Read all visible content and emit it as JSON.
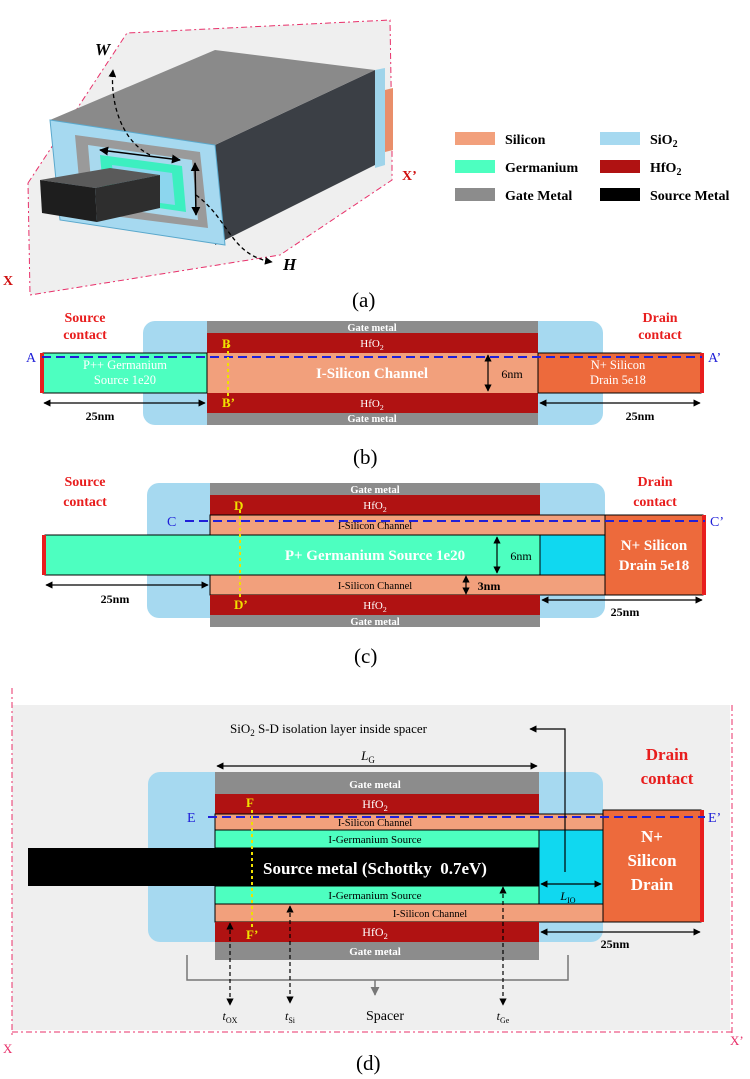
{
  "colors": {
    "silicon": "#F2A07C",
    "silicon_dark": "#ED6A3C",
    "germanium": "#4DFFC0",
    "hfo2": "#B01212",
    "gate_metal": "#8C8C8C",
    "sio2": "#A6D9F0",
    "sio2_cyan": "#10D8F0",
    "source_metal": "#000000",
    "contact_red": "#E81E1E",
    "label_yellow": "#F0E000",
    "cut_blue": "#2020D8",
    "plane_pink": "#E8306A"
  },
  "panel_a": {
    "label": "(a)",
    "axis_w": "W",
    "axis_h": "H",
    "plane_x": "X",
    "plane_x_prime": "X’"
  },
  "legend": [
    {
      "name": "Silicon",
      "color_key": "silicon"
    },
    {
      "name": "SiO2",
      "color_key": "sio2"
    },
    {
      "name": "Germanium",
      "color_key": "germanium"
    },
    {
      "name": "HfO2",
      "color_key": "hfo2"
    },
    {
      "name": "Gate Metal",
      "color_key": "gate_metal"
    },
    {
      "name": "Source Metal",
      "color_key": "source_metal"
    }
  ],
  "panel_b": {
    "label": "(b)",
    "source_contact": "Source\ncontact",
    "drain_contact": "Drain\ncontact",
    "gate_metal": "Gate metal",
    "hfo2": "HfO2",
    "channel": "I-Silicon Channel",
    "source": "P++ Germanium\nSource 1e20",
    "drain": "N+ Silicon\nDrain 5e18",
    "thickness": "6nm",
    "length_left": "25nm",
    "length_right": "25nm",
    "cut_a": "A",
    "cut_a_prime": "A’",
    "cut_b": "B",
    "cut_b_prime": "B’"
  },
  "panel_c": {
    "label": "(c)",
    "source_contact": "Source\ncontact",
    "drain_contact": "Drain\ncontact",
    "gate_metal": "Gate metal",
    "hfo2": "HfO2",
    "channel": "I-Silicon Channel",
    "source": "P+ Germanium Source 1e20",
    "drain": "N+ Silicon\nDrain 5e18",
    "thickness_6": "6nm",
    "thickness_3": "3nm",
    "length_left": "25nm",
    "length_right": "25nm",
    "cut_c": "C",
    "cut_c_prime": "C’",
    "cut_d": "D",
    "cut_d_prime": "D’"
  },
  "panel_d": {
    "label": "(d)",
    "isolation_label": "SiO2 S-D isolation layer inside spacer",
    "lg": "LG",
    "drain_contact": "Drain\ncontact",
    "gate_metal": "Gate metal",
    "hfo2": "HfO2",
    "channel": "I-Silicon Channel",
    "ge_source": "I-Germanium Source",
    "source_metal": "Source metal (Schottky  0.7eV)",
    "drain": "N+\nSilicon\nDrain",
    "lio": "LIO",
    "length_right": "25nm",
    "cut_e": "E",
    "cut_e_prime": "E’",
    "cut_f": "F",
    "cut_f_prime": "F’",
    "tox": "tOX",
    "tsi": "tSi",
    "spacer": "Spacer",
    "tge": "tGe",
    "plane_x": "X",
    "plane_x_prime": "X’"
  }
}
